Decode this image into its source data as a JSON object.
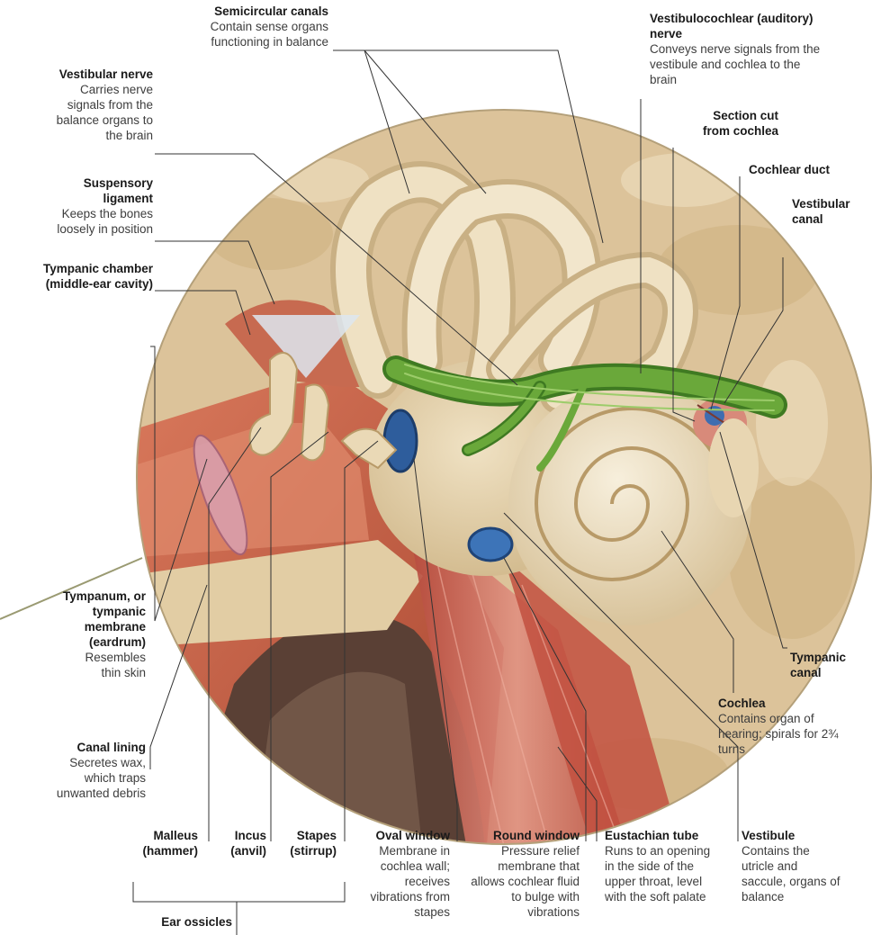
{
  "labels": {
    "semicircular": {
      "title": "Semicircular canals",
      "desc": "Contain sense organs functioning in balance"
    },
    "vestibulocochlear": {
      "title": "Vestibulocochlear (auditory) nerve",
      "desc": "Conveys nerve signals from the vestibule and cochlea to the brain"
    },
    "vestibular_nerve": {
      "title": "Vestibular nerve",
      "desc": "Carries nerve signals from the balance organs to the brain"
    },
    "section_cut": {
      "title": "Section cut from cochlea",
      "desc": ""
    },
    "cochlear_duct": {
      "title": "Cochlear duct",
      "desc": ""
    },
    "vestibular_canal": {
      "title": "Vestibular canal",
      "desc": ""
    },
    "suspensory": {
      "title": "Suspensory ligament",
      "desc": "Keeps the bones loosely in position"
    },
    "tympanic_chamber": {
      "title": "Tympanic chamber (middle-ear cavity)",
      "desc": ""
    },
    "tympanum": {
      "title": "Tympanum, or tympanic membrane (eardrum)",
      "desc": "Resembles thin skin"
    },
    "canal_lining": {
      "title": "Canal lining",
      "desc": "Secretes wax, which traps unwanted debris"
    },
    "tympanic_canal": {
      "title": "Tympanic canal",
      "desc": ""
    },
    "cochlea": {
      "title": "Cochlea",
      "desc": "Contains organ of hearing; spirals for 2¾ turns"
    },
    "malleus": {
      "title": "Malleus (hammer)",
      "desc": ""
    },
    "incus": {
      "title": "Incus (anvil)",
      "desc": ""
    },
    "stapes": {
      "title": "Stapes (stirrup)",
      "desc": ""
    },
    "oval_window": {
      "title": "Oval window",
      "desc": "Membrane in cochlea wall; receives vibrations from stapes"
    },
    "round_window": {
      "title": "Round window",
      "desc": "Pressure relief membrane that allows cochlear fluid to bulge with vibrations"
    },
    "eustachian": {
      "title": "Eustachian tube",
      "desc": "Runs to an opening in the side of the upper throat, level with the soft palate"
    },
    "vestibule": {
      "title": "Vestibule",
      "desc": "Contains the utricle and saccule, organs of balance"
    },
    "ear_ossicles": {
      "title": "Ear ossicles",
      "desc": ""
    }
  },
  "colors": {
    "bone": "#e6d3ae",
    "bone_light": "#f2e6cc",
    "bone_shadow": "#c8ad80",
    "flesh": "#c8644a",
    "flesh_dark": "#9c3e2c",
    "nerve": "#6aa83a",
    "nerve_dark": "#3f7a22",
    "window_blue": "#3b6fae",
    "leader": "#333333"
  }
}
